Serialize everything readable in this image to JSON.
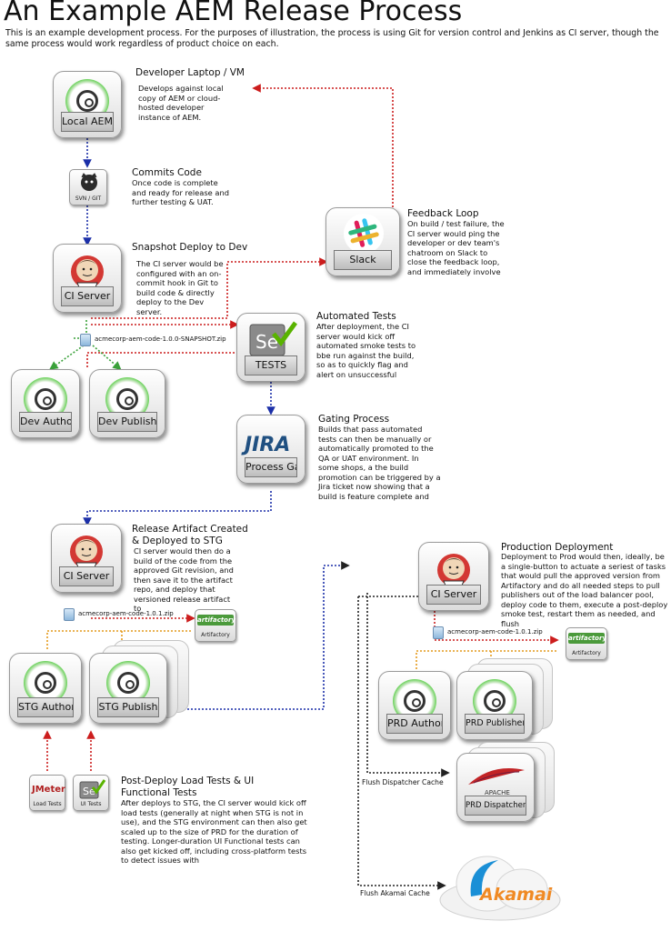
{
  "title": "An Example AEM Release Process",
  "intro": "This is an example development process.  For the purposes of illustration, the process is using Git for version control and Jenkins as CI server, though the same process would work regardless of product choice on each.",
  "nodes": {
    "local_aem": "Local AEM",
    "svn_git": "SVN / GIT",
    "ci_server_1": "CI Server",
    "slack": "Slack",
    "tests": "TESTS",
    "dev_author": "Dev Author",
    "dev_publish": "Dev Publish",
    "process_gate": "Process Gate",
    "jira_logo": "JIRA",
    "ci_server_2": "CI Server",
    "artifactory_1": "Artifactory",
    "stg_author": "STG Author",
    "stg_publish": "STG Publish",
    "load_tests": "Load Tests",
    "ui_tests": "UI Tests",
    "jmeter_logo": "JMeter",
    "ci_server_3": "CI Server",
    "artifactory_2": "Artifactory",
    "prd_author": "PRD Author",
    "prd_publishers": "PRD Publishers",
    "prd_dispatchers": "PRD Dispatchers",
    "apache_logo": "APACHE",
    "akamai_logo": "Akamai"
  },
  "sections": {
    "developer": {
      "heading": "Developer Laptop / VM",
      "body": "Develops against local copy of AEM or cloud-hosted developer instance of AEM."
    },
    "commits": {
      "heading": "Commits Code",
      "body": "Once code is complete and ready for release and further testing & UAT."
    },
    "feedback": {
      "heading": "Feedback Loop",
      "body": "On build / test failure, the CI server would ping the developer or dev team's chatroom on Slack to close the feedback loop, and immediately involve"
    },
    "snapshot": {
      "heading": "Snapshot Deploy to Dev",
      "body": "The CI server would be configured with an on-commit hook in Git to build code & directly deploy to the Dev server."
    },
    "automated": {
      "heading": "Automated Tests",
      "body": "After deployment, the CI server would kick off automated smoke tests to bbe run against the build, so as to quickly flag and alert on unsuccessful"
    },
    "gating": {
      "heading": "Gating Process",
      "body": "Builds that pass automated tests can then be manually or automatically promoted to the QA or UAT environment.  In some shops, a the build promotion can be triggered by a Jira ticket now showing that a build is feature complete and"
    },
    "release": {
      "heading": "Release Artifact Created & Deployed to STG",
      "body": "CI server would then do a build of the code from the approved Git revision, and then save it to the artifact repo, and deploy that versioned release artifact to"
    },
    "production": {
      "heading": "Production Deployment",
      "body": "Deployment to Prod would then, ideally, be a single-button to actuate a seriest of tasks that would pull the approved version from Artifactory and do all needed steps to pull publishers out of the load balancer pool, deploy code to them, execute a post-deploy smoke test, restart them as needed, and flush"
    },
    "postdeploy": {
      "heading": "Post-Deploy Load Tests & UI Functional Tests",
      "body": "After deploys to STG, the CI server would kick off load tests  (generally at night when STG is not in use), and the STG environment can then also get scaled up to the size of PRD for the duration of testing.  Longer-duration UI Functional tests can also get kicked off, including cross-platform tests to detect issues with"
    }
  },
  "artifacts": {
    "snapshot_zip": "acmecorp-aem-code-1.0.0-SNAPSHOT.zip",
    "release_zip_1": "acmecorp-aem-code-1.0.1.zip",
    "release_zip_2": "acmecorp-aem-code-1.0.1.zip"
  },
  "captions": {
    "flush_dispatcher": "Flush Dispatcher Cache",
    "flush_akamai": "Flush Akamai Cache"
  },
  "colors": {
    "blue_link": "#1b2fa8",
    "red_link": "#cc1d1d",
    "orange_link": "#e49a1c",
    "green_link": "#3aa13a",
    "black_link": "#222222",
    "aem_green": "#4fbf3f"
  }
}
